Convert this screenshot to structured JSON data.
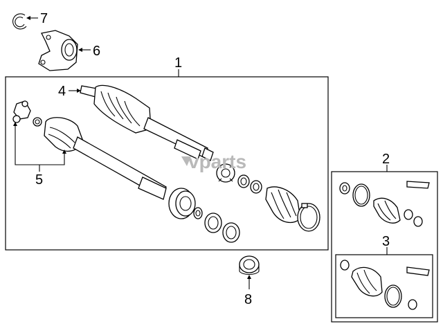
{
  "diagram": {
    "callouts": [
      {
        "id": "1",
        "label": "1"
      },
      {
        "id": "2",
        "label": "2"
      },
      {
        "id": "3",
        "label": "3"
      },
      {
        "id": "4",
        "label": "4"
      },
      {
        "id": "5",
        "label": "5"
      },
      {
        "id": "6",
        "label": "6"
      },
      {
        "id": "7",
        "label": "7"
      },
      {
        "id": "8",
        "label": "8"
      }
    ],
    "watermark": {
      "text": "vparts"
    }
  }
}
